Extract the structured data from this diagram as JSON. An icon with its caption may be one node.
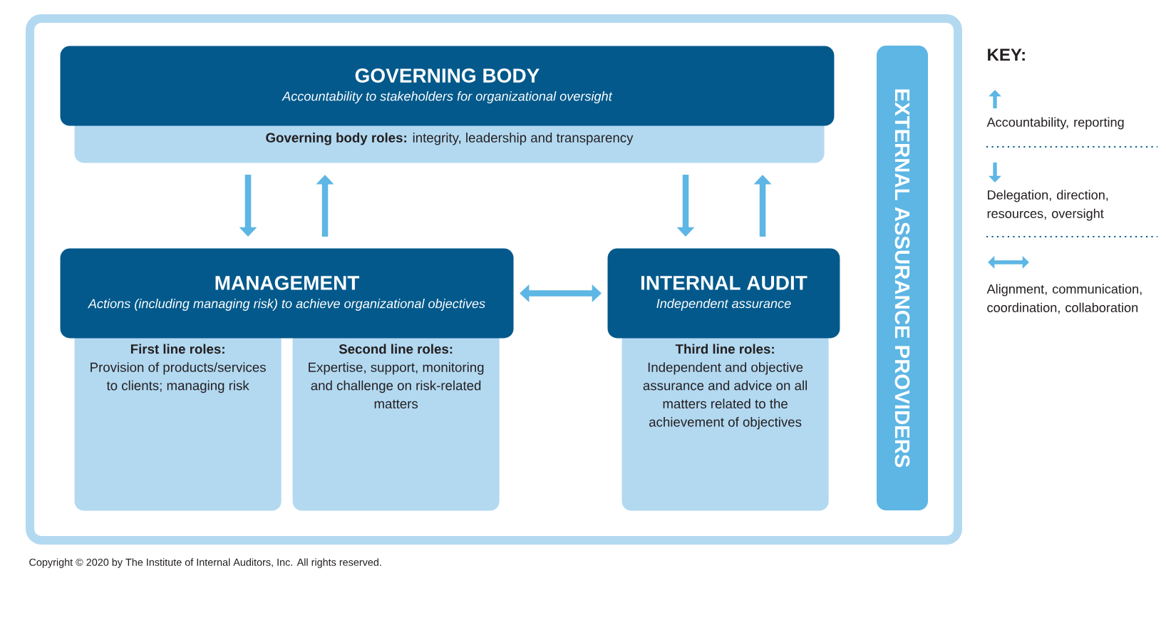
{
  "diagram": {
    "nodes": [
      {
        "text": [
          "GOVERNING BODY",
          "Accountability to stakeholders for organizational oversight"
        ]
      },
      {
        "text": [
          "**Governing body roles:** integrity, leadership and transparency"
        ]
      },
      {
        "text": [
          "MANAGEMENT",
          "Actions (including managing risk) to achieve organizational objectives"
        ]
      },
      {
        "text": [
          "First line roles:",
          "Provision of products/services to clients; managing risk"
        ]
      },
      {
        "text": [
          "Second line roles:",
          "Expertise, support, monitoring and challenge on risk-related matters"
        ]
      },
      {
        "text": [
          "INTERNAL AUDIT",
          "Independent assurance"
        ]
      },
      {
        "text": [
          "Third line roles:",
          "Independent and objective assurance and advice on all matters related to the achievement of objectives"
        ]
      },
      {
        "text": [
          "EXTERNAL ASSURANCE PROVIDERS"
        ]
      }
    ],
    "edges": [
      {
        "from": 1,
        "to": 2,
        "arrow": "to"
      },
      {
        "from": 2,
        "to": 1,
        "arrow": "to"
      },
      {
        "from": 1,
        "to": 5,
        "arrow": "to"
      },
      {
        "from": 5,
        "to": 1,
        "arrow": "to"
      },
      {
        "from": 2,
        "to": 5,
        "arrow": "both"
      }
    ],
    "labels": [
      "KEY:",
      "Copyright © 2020 by The Institute of Internal Auditors, Inc. All rights reserved."
    ],
    "legend": [
      {
        "text": "Accountability, reporting"
      },
      {
        "text": "Delegation, direction, resources, oversight"
      },
      {
        "text": "Alignment, communication, coordination, collaboration"
      }
    ]
  }
}
